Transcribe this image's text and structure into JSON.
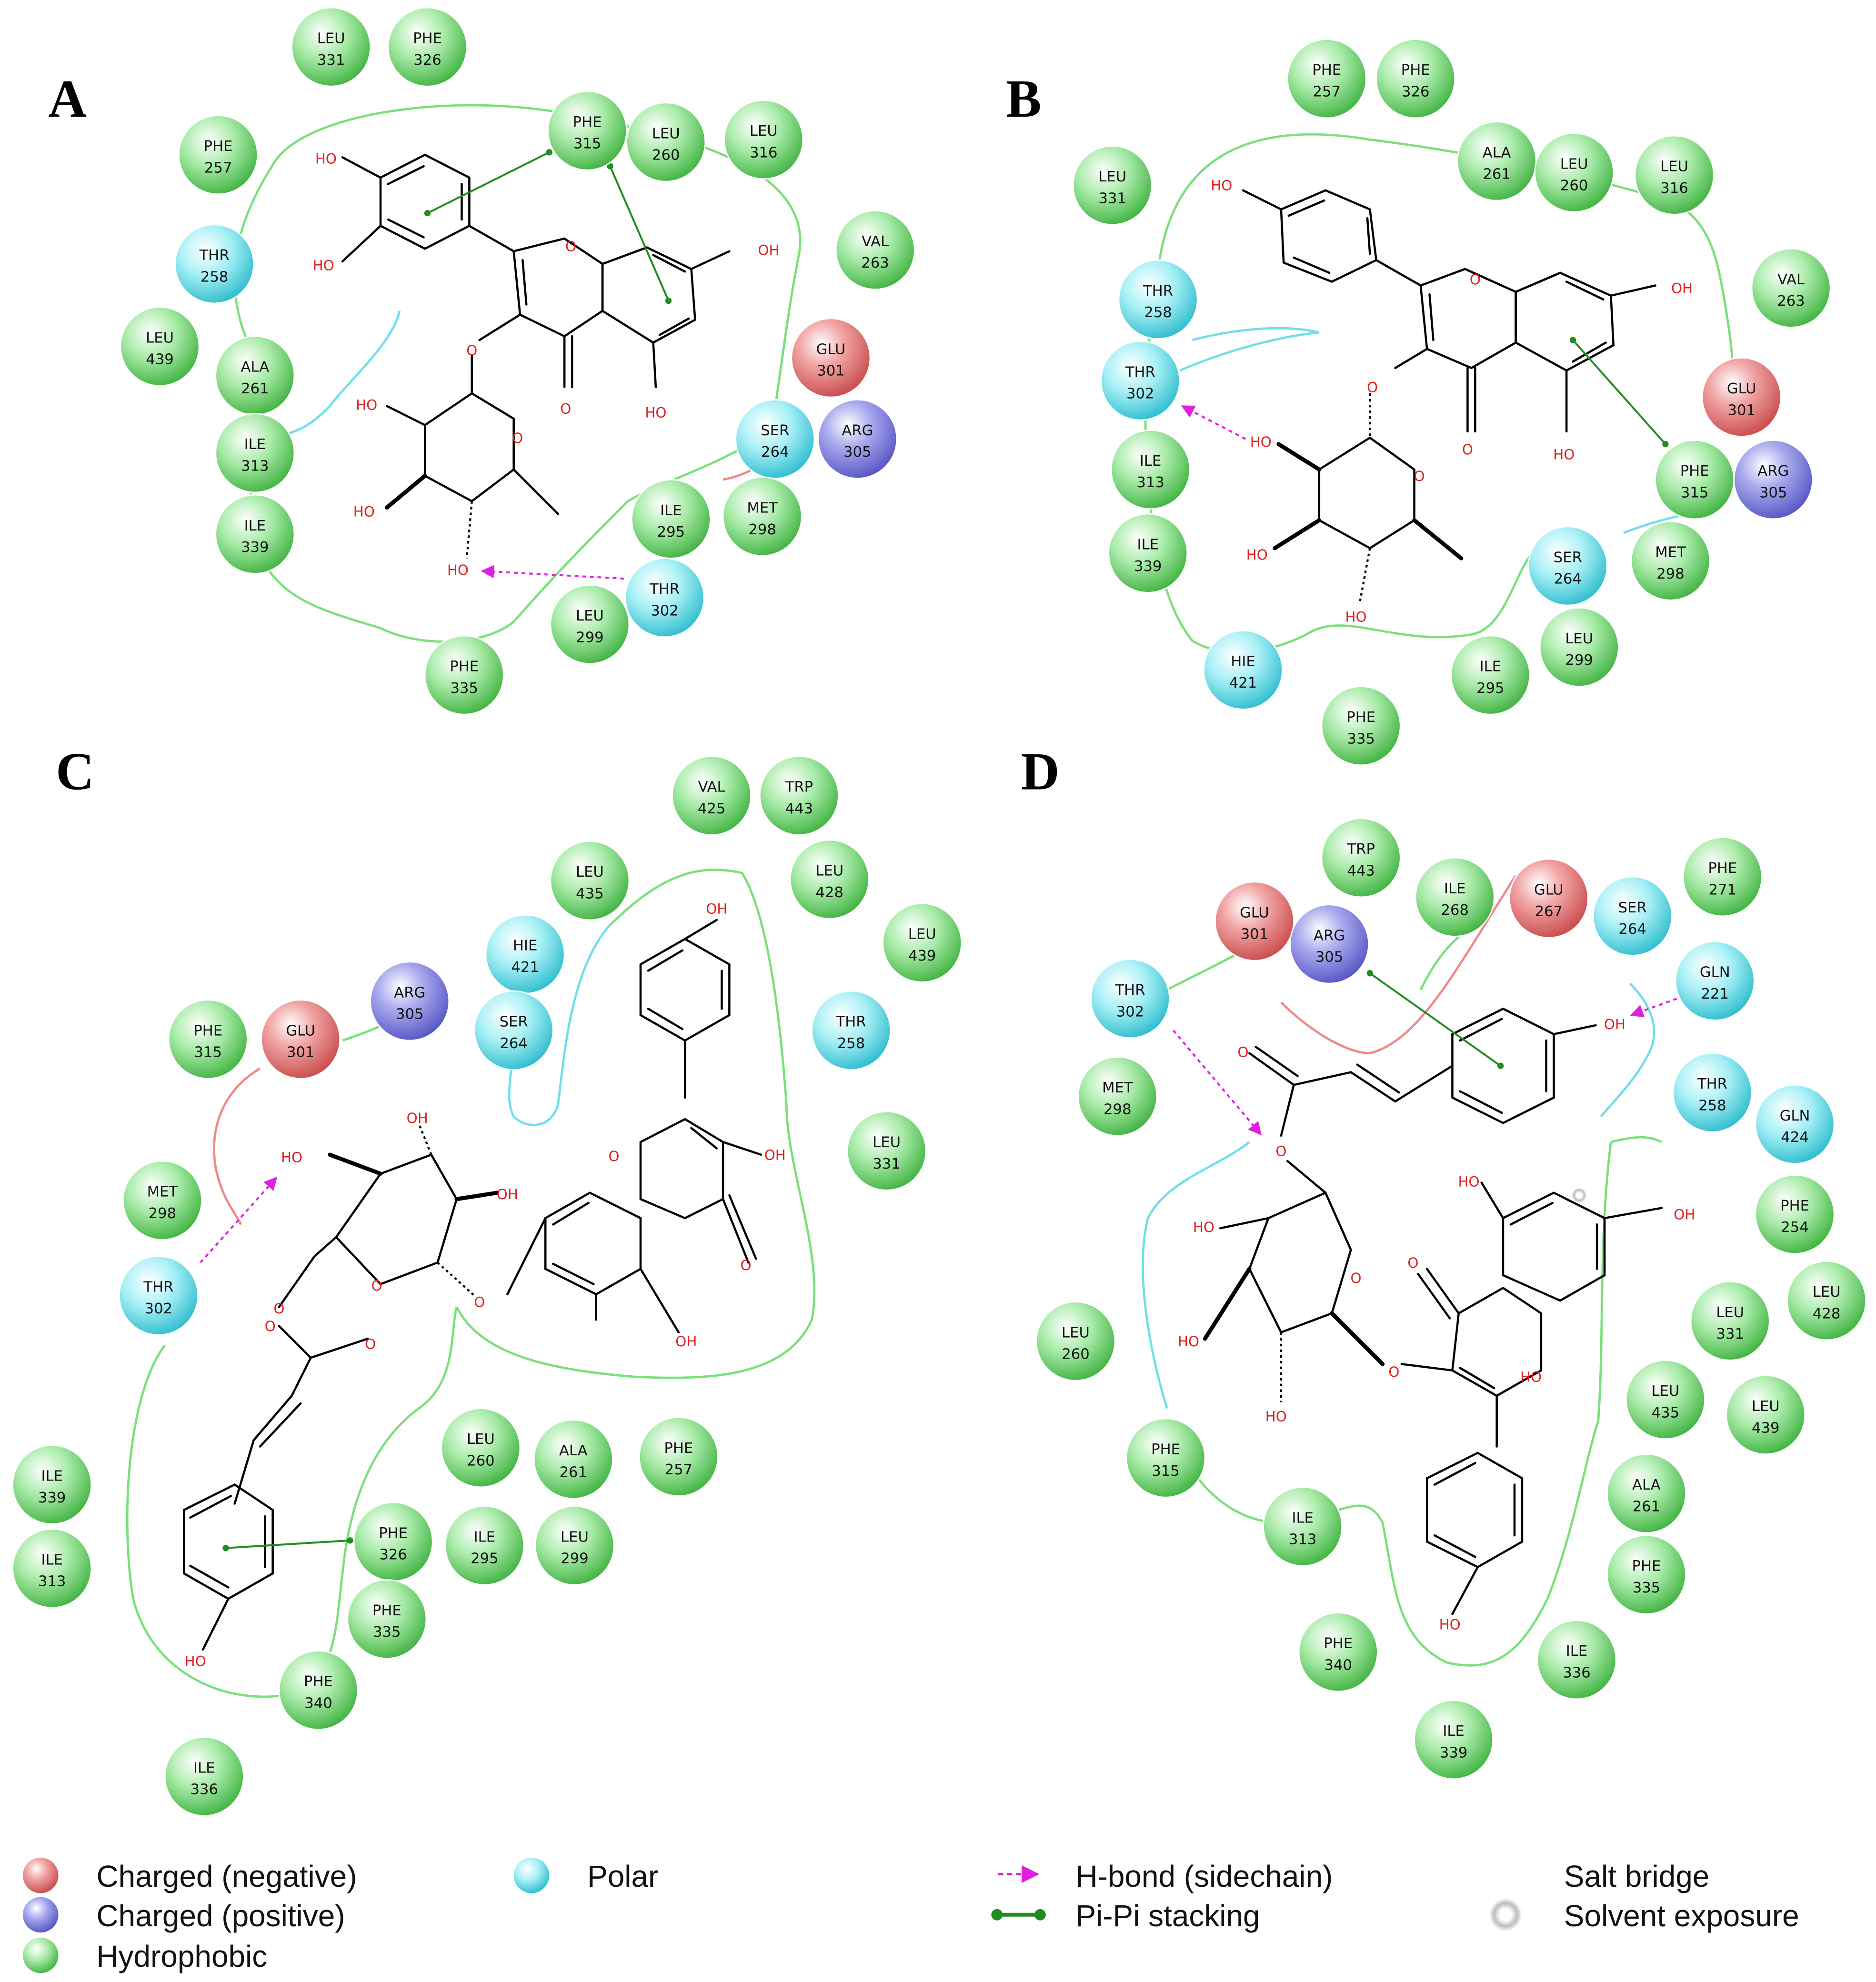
{
  "figure": {
    "panels": [
      {
        "letter": "A",
        "residues": [
          {
            "name": "LEU",
            "num": "331",
            "kind": "hydrophobic"
          },
          {
            "name": "PHE",
            "num": "326",
            "kind": "hydrophobic"
          },
          {
            "name": "PHE",
            "num": "257",
            "kind": "hydrophobic"
          },
          {
            "name": "PHE",
            "num": "315",
            "kind": "hydrophobic"
          },
          {
            "name": "LEU",
            "num": "260",
            "kind": "hydrophobic"
          },
          {
            "name": "LEU",
            "num": "316",
            "kind": "hydrophobic"
          },
          {
            "name": "THR",
            "num": "258",
            "kind": "polar"
          },
          {
            "name": "VAL",
            "num": "263",
            "kind": "hydrophobic"
          },
          {
            "name": "LEU",
            "num": "439",
            "kind": "hydrophobic"
          },
          {
            "name": "ALA",
            "num": "261",
            "kind": "hydrophobic"
          },
          {
            "name": "GLU",
            "num": "301",
            "kind": "negative"
          },
          {
            "name": "ILE",
            "num": "313",
            "kind": "hydrophobic"
          },
          {
            "name": "SER",
            "num": "264",
            "kind": "polar"
          },
          {
            "name": "ARG",
            "num": "305",
            "kind": "positive"
          },
          {
            "name": "ILE",
            "num": "339",
            "kind": "hydrophobic"
          },
          {
            "name": "ILE",
            "num": "295",
            "kind": "hydrophobic"
          },
          {
            "name": "MET",
            "num": "298",
            "kind": "hydrophobic"
          },
          {
            "name": "THR",
            "num": "302",
            "kind": "polar"
          },
          {
            "name": "LEU",
            "num": "299",
            "kind": "hydrophobic"
          },
          {
            "name": "PHE",
            "num": "335",
            "kind": "hydrophobic"
          }
        ],
        "atoms": [
          "HO",
          "HO",
          "OH",
          "O",
          "O",
          "HO",
          "O",
          "HO",
          "HO",
          "O",
          "HO"
        ]
      },
      {
        "letter": "B",
        "residues": [
          {
            "name": "PHE",
            "num": "257",
            "kind": "hydrophobic"
          },
          {
            "name": "PHE",
            "num": "326",
            "kind": "hydrophobic"
          },
          {
            "name": "LEU",
            "num": "331",
            "kind": "hydrophobic"
          },
          {
            "name": "ALA",
            "num": "261",
            "kind": "hydrophobic"
          },
          {
            "name": "LEU",
            "num": "260",
            "kind": "hydrophobic"
          },
          {
            "name": "LEU",
            "num": "316",
            "kind": "hydrophobic"
          },
          {
            "name": "THR",
            "num": "258",
            "kind": "polar"
          },
          {
            "name": "VAL",
            "num": "263",
            "kind": "hydrophobic"
          },
          {
            "name": "THR",
            "num": "302",
            "kind": "polar"
          },
          {
            "name": "GLU",
            "num": "301",
            "kind": "negative"
          },
          {
            "name": "ILE",
            "num": "313",
            "kind": "hydrophobic"
          },
          {
            "name": "PHE",
            "num": "315",
            "kind": "hydrophobic"
          },
          {
            "name": "ARG",
            "num": "305",
            "kind": "positive"
          },
          {
            "name": "ILE",
            "num": "339",
            "kind": "hydrophobic"
          },
          {
            "name": "SER",
            "num": "264",
            "kind": "polar"
          },
          {
            "name": "MET",
            "num": "298",
            "kind": "hydrophobic"
          },
          {
            "name": "HIE",
            "num": "421",
            "kind": "polar"
          },
          {
            "name": "ILE",
            "num": "295",
            "kind": "hydrophobic"
          },
          {
            "name": "LEU",
            "num": "299",
            "kind": "hydrophobic"
          },
          {
            "name": "PHE",
            "num": "335",
            "kind": "hydrophobic"
          }
        ],
        "atoms": [
          "HO",
          "O",
          "OH",
          "O",
          "O",
          "HO",
          "HO",
          "O",
          "HO",
          "HO"
        ]
      },
      {
        "letter": "C",
        "residues": [
          {
            "name": "VAL",
            "num": "425",
            "kind": "hydrophobic"
          },
          {
            "name": "TRP",
            "num": "443",
            "kind": "hydrophobic"
          },
          {
            "name": "LEU",
            "num": "435",
            "kind": "hydrophobic"
          },
          {
            "name": "LEU",
            "num": "428",
            "kind": "hydrophobic"
          },
          {
            "name": "HIE",
            "num": "421",
            "kind": "polar"
          },
          {
            "name": "LEU",
            "num": "439",
            "kind": "hydrophobic"
          },
          {
            "name": "ARG",
            "num": "305",
            "kind": "positive"
          },
          {
            "name": "SER",
            "num": "264",
            "kind": "polar"
          },
          {
            "name": "THR",
            "num": "258",
            "kind": "polar"
          },
          {
            "name": "PHE",
            "num": "315",
            "kind": "hydrophobic"
          },
          {
            "name": "GLU",
            "num": "301",
            "kind": "negative"
          },
          {
            "name": "LEU",
            "num": "331",
            "kind": "hydrophobic"
          },
          {
            "name": "MET",
            "num": "298",
            "kind": "hydrophobic"
          },
          {
            "name": "THR",
            "num": "302",
            "kind": "polar"
          },
          {
            "name": "LEU",
            "num": "260",
            "kind": "hydrophobic"
          },
          {
            "name": "ALA",
            "num": "261",
            "kind": "hydrophobic"
          },
          {
            "name": "PHE",
            "num": "257",
            "kind": "hydrophobic"
          },
          {
            "name": "ILE",
            "num": "339",
            "kind": "hydrophobic"
          },
          {
            "name": "PHE",
            "num": "326",
            "kind": "hydrophobic"
          },
          {
            "name": "ILE",
            "num": "295",
            "kind": "hydrophobic"
          },
          {
            "name": "LEU",
            "num": "299",
            "kind": "hydrophobic"
          },
          {
            "name": "ILE",
            "num": "313",
            "kind": "hydrophobic"
          },
          {
            "name": "PHE",
            "num": "335",
            "kind": "hydrophobic"
          },
          {
            "name": "PHE",
            "num": "340",
            "kind": "hydrophobic"
          },
          {
            "name": "ILE",
            "num": "336",
            "kind": "hydrophobic"
          }
        ],
        "atoms": [
          "OH",
          "OH",
          "HO",
          "OH",
          "O",
          "OH",
          "O",
          "O",
          "O",
          "O",
          "O",
          "OH",
          "O",
          "HO"
        ]
      },
      {
        "letter": "D",
        "residues": [
          {
            "name": "TRP",
            "num": "443",
            "kind": "hydrophobic"
          },
          {
            "name": "PHE",
            "num": "271",
            "kind": "hydrophobic"
          },
          {
            "name": "ILE",
            "num": "268",
            "kind": "hydrophobic"
          },
          {
            "name": "GLU",
            "num": "267",
            "kind": "negative"
          },
          {
            "name": "GLU",
            "num": "301",
            "kind": "negative"
          },
          {
            "name": "SER",
            "num": "264",
            "kind": "polar"
          },
          {
            "name": "ARG",
            "num": "305",
            "kind": "positive"
          },
          {
            "name": "GLN",
            "num": "221",
            "kind": "polar"
          },
          {
            "name": "THR",
            "num": "302",
            "kind": "polar"
          },
          {
            "name": "MET",
            "num": "298",
            "kind": "hydrophobic"
          },
          {
            "name": "THR",
            "num": "258",
            "kind": "polar"
          },
          {
            "name": "GLN",
            "num": "424",
            "kind": "polar"
          },
          {
            "name": "PHE",
            "num": "254",
            "kind": "hydrophobic"
          },
          {
            "name": "LEU",
            "num": "331",
            "kind": "hydrophobic"
          },
          {
            "name": "LEU",
            "num": "428",
            "kind": "hydrophobic"
          },
          {
            "name": "LEU",
            "num": "260",
            "kind": "hydrophobic"
          },
          {
            "name": "LEU",
            "num": "435",
            "kind": "hydrophobic"
          },
          {
            "name": "LEU",
            "num": "439",
            "kind": "hydrophobic"
          },
          {
            "name": "PHE",
            "num": "315",
            "kind": "hydrophobic"
          },
          {
            "name": "ALA",
            "num": "261",
            "kind": "hydrophobic"
          },
          {
            "name": "ILE",
            "num": "313",
            "kind": "hydrophobic"
          },
          {
            "name": "PHE",
            "num": "335",
            "kind": "hydrophobic"
          },
          {
            "name": "PHE",
            "num": "340",
            "kind": "hydrophobic"
          },
          {
            "name": "ILE",
            "num": "336",
            "kind": "hydrophobic"
          },
          {
            "name": "ILE",
            "num": "339",
            "kind": "hydrophobic"
          }
        ],
        "atoms": [
          "O",
          "OH",
          "O",
          "HO",
          "HO",
          "OH",
          "HO",
          "O",
          "O",
          "HO",
          "HO",
          "O",
          "HO"
        ]
      }
    ]
  },
  "legend": {
    "items": [
      {
        "label": "Charged (negative)",
        "marker": "negative"
      },
      {
        "label": "Charged (positive)",
        "marker": "positive"
      },
      {
        "label": "Hydrophobic",
        "marker": "hydrophobic"
      },
      {
        "label": "Polar",
        "marker": "polar"
      },
      {
        "label": "H-bond (sidechain)",
        "marker": "hbond"
      },
      {
        "label": "Pi-Pi stacking",
        "marker": "pipi"
      },
      {
        "label": "Salt bridge",
        "marker": "saltbridge"
      },
      {
        "label": "Solvent exposure",
        "marker": "solvent"
      }
    ]
  },
  "colors": {
    "hydrophobic": "#5fd35f",
    "polar": "#55dbe8",
    "negative": "#e06060",
    "positive": "#6a6adc",
    "pocket": "#7be07b",
    "hbond": "#e020e0",
    "pipi": "#228b22",
    "atom": "#e02020"
  }
}
